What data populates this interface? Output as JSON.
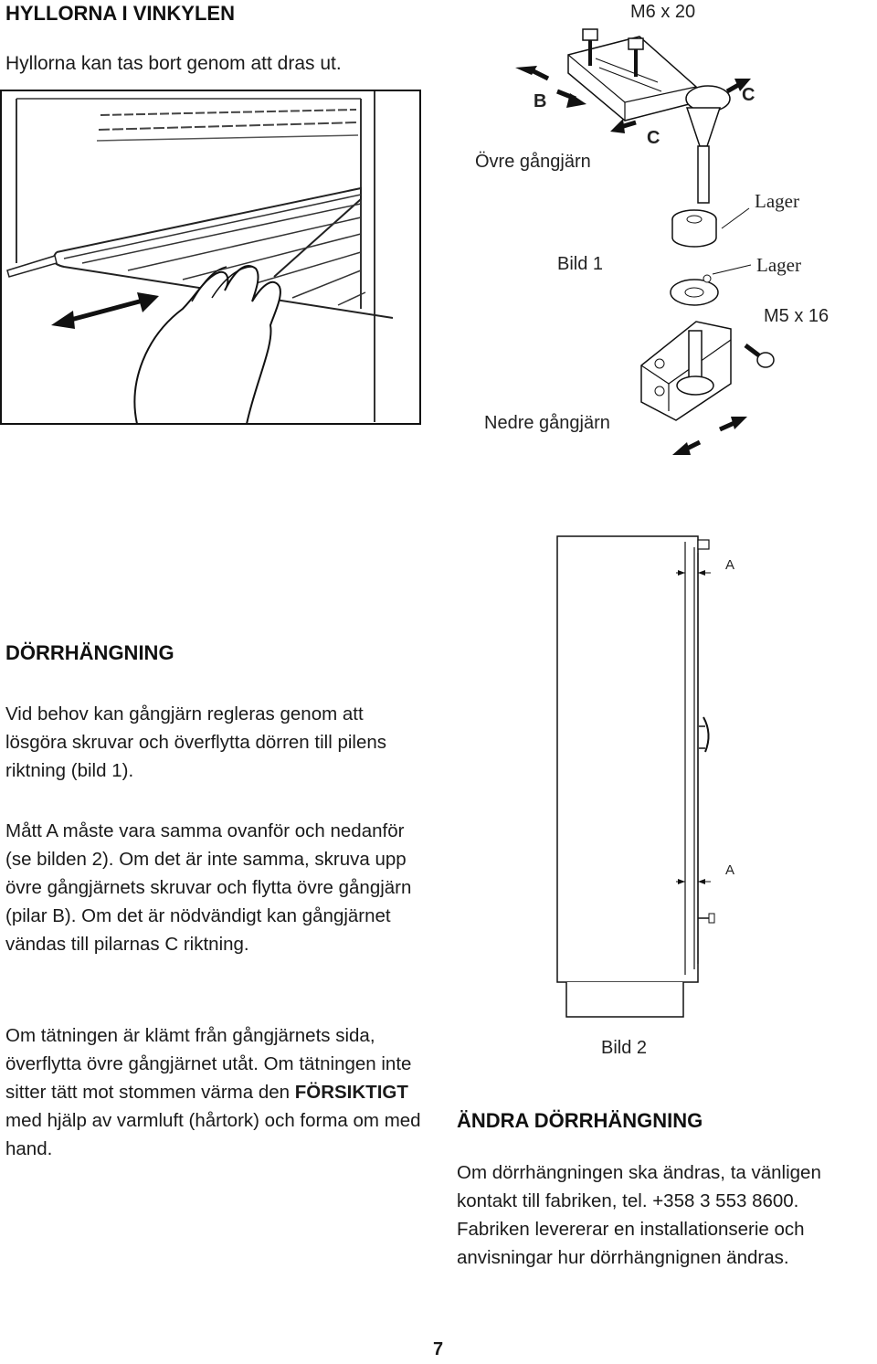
{
  "shelves_section": {
    "title": "HYLLORNA I VINKYLEN",
    "text": "Hyllorna kan tas bort genom att dras ut."
  },
  "hinge_figure": {
    "screw_top": "M6 x 20",
    "arrow_b": "B",
    "arrow_c_right": "C",
    "arrow_c_left": "C",
    "upper_hinge": "Övre gångjärn",
    "bearing_1": "Lager",
    "figure_label": "Bild 1",
    "bearing_2": "Lager",
    "screw_bottom": "M5 x 16",
    "lower_hinge": "Nedre gångjärn"
  },
  "door_section": {
    "title": "DÖRRHÄNGNING",
    "paragraph1": "Vid behov kan gångjärn regleras genom att lösgöra skruvar och överflytta dörren till pilens riktning (bild 1).",
    "paragraph2": "Mått A måste vara samma ovanför och nedanför (se bilden 2). Om det är inte samma, skruva upp övre gångjärnets skruvar och flytta övre gångjärn (pilar B). Om det är nödvändigt kan gångjärnet vändas till pilarnas C riktning.",
    "paragraph3_start": "Om tätningen är klämt från gångjärnets sida, överflytta övre gångjärnet utåt. Om tätningen inte sitter tätt mot stommen värma den ",
    "paragraph3_bold": "FÖRSIKTIGT",
    "paragraph3_end": " med hjälp av varmluft (hårtork) och forma om med hand."
  },
  "door_figure": {
    "label_a_top": "A",
    "label_a_bottom": "A",
    "figure_label": "Bild 2"
  },
  "change_section": {
    "title": "ÄNDRA DÖRRHÄNGNING",
    "text": "Om dörrhängningen ska ändras, ta vänligen kontakt till fabriken, tel. +358 3 553 8600. Fabriken levererar en installationserie och anvisningar hur dörrhängnignen ändras."
  },
  "page_number": "7"
}
